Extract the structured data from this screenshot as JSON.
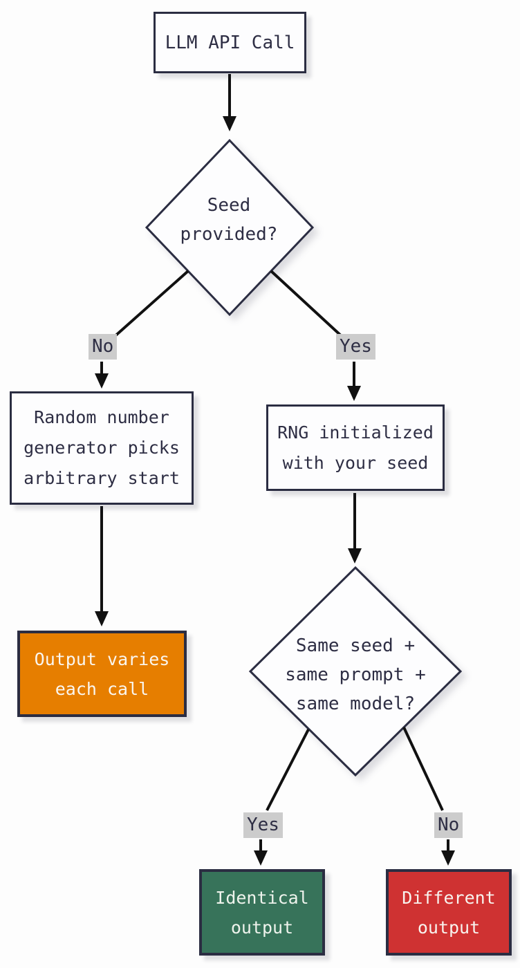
{
  "diagram": {
    "type": "flowchart",
    "topic": "LLM API call seed determinism"
  },
  "colors": {
    "outline_navy": "#2b2d42",
    "text_dark": "#2e2e44",
    "arrow_black": "#111111",
    "node_fill": "#fdfdfe",
    "edge_label_bg": "#cccccc",
    "status_orange": "#e67e00",
    "status_green": "#37735a",
    "status_red": "#cf3232",
    "text_light": "#f8f5ef"
  },
  "nodes": {
    "start": {
      "label": "LLM API Call"
    },
    "decision_seed": {
      "line1": "Seed",
      "line2": "provided?"
    },
    "no_seed_box": {
      "line1": "Random number",
      "line2": "generator picks",
      "line3": "arbitrary start"
    },
    "with_seed_box": {
      "line1": "RNG initialized",
      "line2": "with your seed"
    },
    "varies_box": {
      "line1": "Output varies",
      "line2": "each call"
    },
    "decision_same": {
      "line1": "Same seed +",
      "line2": "same prompt +",
      "line3": "same model?"
    },
    "identical_box": {
      "line1": "Identical",
      "line2": "output"
    },
    "different_box": {
      "line1": "Different",
      "line2": "output"
    }
  },
  "edge_labels": {
    "seed_no": "No",
    "seed_yes": "Yes",
    "same_yes": "Yes",
    "same_no": "No"
  }
}
